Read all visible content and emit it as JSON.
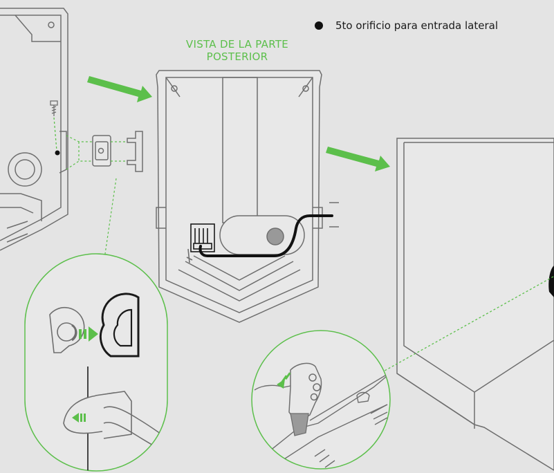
{
  "view_title": {
    "line1": "VISTA DE LA PARTE",
    "line2": "POSTERIOR"
  },
  "legend": {
    "text": "5to orificio para entrada lateral"
  },
  "colors": {
    "background": "#e4e4e4",
    "line": "#6e6e6e",
    "accent_green": "#5cbf4b",
    "panel_fill": "#e8e8e8",
    "cable": "#111111",
    "glove": "#9a9a9a"
  }
}
